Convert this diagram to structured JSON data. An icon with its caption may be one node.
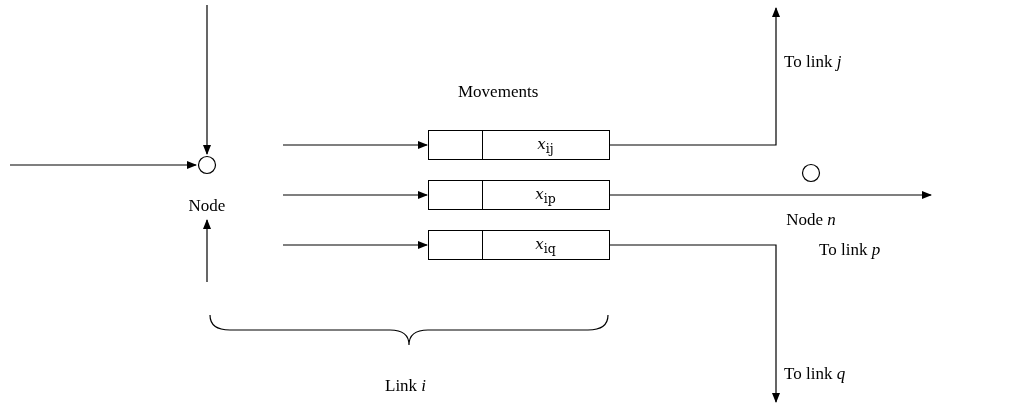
{
  "diagram": {
    "nodes": [
      {
        "text": [
          "Node"
        ]
      },
      {
        "text": [
          "Node *n*"
        ]
      },
      {
        "text": [
          "*x*$_{ij}$"
        ]
      },
      {
        "text": [
          "*x*$_{ip}$"
        ]
      },
      {
        "text": [
          "*x*$_{iq}$"
        ]
      },
      {
        "text": [
          "To link *j*"
        ]
      },
      {
        "text": [
          "To link *p*"
        ]
      },
      {
        "text": [
          "To link *q*"
        ]
      }
    ],
    "edges": [
      {
        "from": null,
        "to": 0,
        "arrow": "to"
      },
      {
        "from": null,
        "to": 0,
        "arrow": "to"
      },
      {
        "from": null,
        "to": 0,
        "arrow": "to"
      },
      {
        "from": null,
        "to": 2,
        "arrow": "to"
      },
      {
        "from": null,
        "to": 3,
        "arrow": "to"
      },
      {
        "from": null,
        "to": 4,
        "arrow": "to"
      },
      {
        "from": 2,
        "to": 5,
        "arrow": "to"
      },
      {
        "from": 3,
        "to": 6,
        "arrow": "to"
      },
      {
        "from": 4,
        "to": 7,
        "arrow": "to"
      }
    ],
    "labels": [
      "Movements",
      "Link *i*"
    ]
  }
}
